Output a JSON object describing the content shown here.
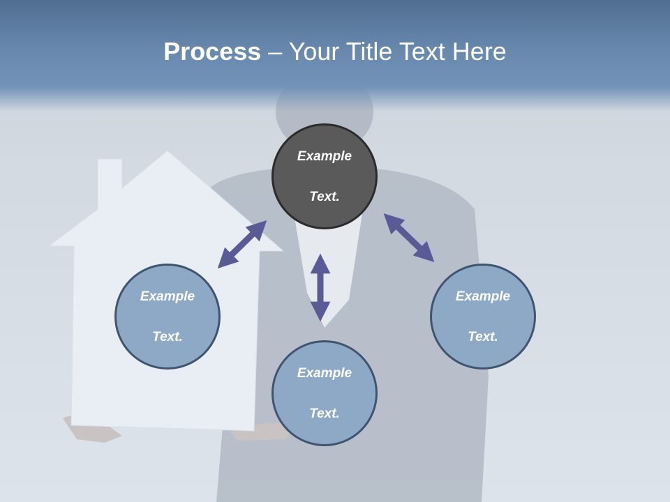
{
  "slide": {
    "title_bold": "Process",
    "title_rest": " – Your Title Text Here"
  },
  "nodes": {
    "top": {
      "line1": "Example",
      "line2": "Text."
    },
    "left": {
      "line1": "Example",
      "line2": "Text."
    },
    "right": {
      "line1": "Example",
      "line2": "Text."
    },
    "bottom": {
      "line1": "Example",
      "line2": "Text."
    }
  },
  "colors": {
    "node_fill": "#8ea9c6",
    "center_fill": "#5a5a5a",
    "arrow": "#5a5a96",
    "title_band": "#6888ad"
  }
}
